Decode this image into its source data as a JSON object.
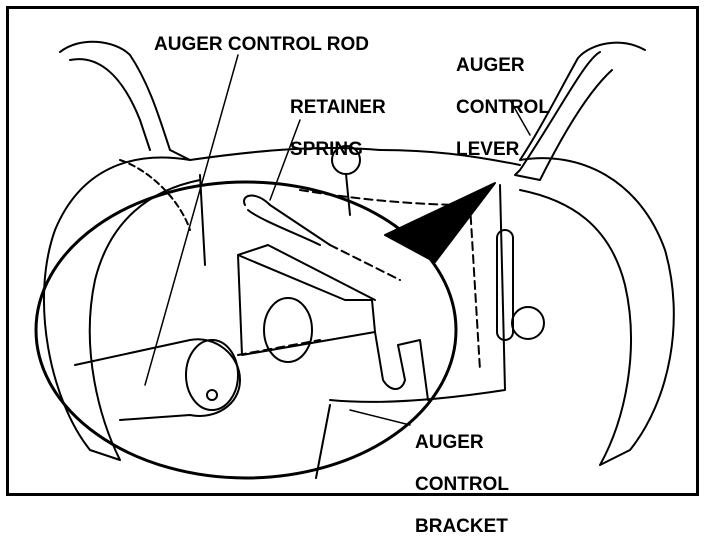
{
  "labels": {
    "auger_control_rod": "AUGER CONTROL ROD",
    "retainer_spring": [
      "RETAINER",
      "SPRING"
    ],
    "auger_control_lever": [
      "AUGER",
      "CONTROL",
      "LEVER"
    ],
    "auger_control_bracket": [
      "AUGER",
      "CONTROL",
      "BRACKET"
    ]
  },
  "colors": {
    "line": "#000000",
    "background": "#ffffff"
  }
}
